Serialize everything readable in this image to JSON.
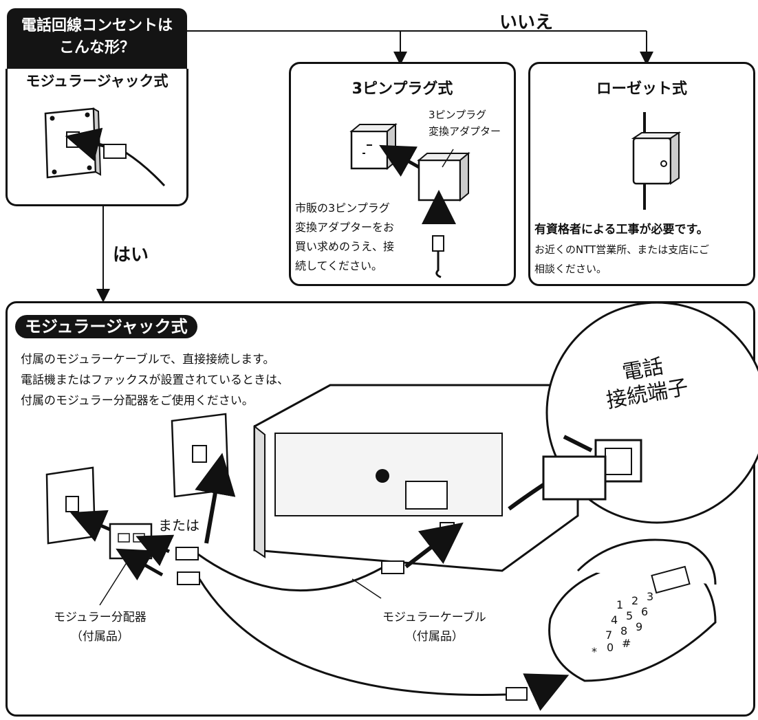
{
  "question": {
    "line1": "電話回線コンセントは",
    "line2": "こんな形？"
  },
  "answers": {
    "no": "いいえ",
    "yes": "はい"
  },
  "top_left_box": {
    "title": "モジュラージャック式"
  },
  "three_pin_box": {
    "title": "3ピンプラグ式",
    "adapter_label_line1": "3ピンプラグ",
    "adapter_label_line2": "変換アダプター",
    "instruction_line1": "市販の3ピンプラグ",
    "instruction_line2": "変換アダプターをお",
    "instruction_line3": "買い求めのうえ、接",
    "instruction_line4": "続してください。"
  },
  "rosette_box": {
    "title": "ローゼット式",
    "warning": "有資格者による工事が必要です。",
    "note_line1": "お近くのNTT営業所、または支店にご",
    "note_line2": "相談ください。"
  },
  "main_box": {
    "title": "モジュラージャック式",
    "desc_line1": "付属のモジュラーケーブルで、直接接続します。",
    "desc_line2": "電話機またはファックスが設置されているときは、",
    "desc_line3": "付属のモジュラー分配器をご使用ください。",
    "or_label": "または",
    "splitter_label": "モジュラー分配器",
    "splitter_sub": "（付属品）",
    "cable_label": "モジュラーケーブル",
    "cable_sub": "（付属品）",
    "terminal_line1": "電話",
    "terminal_line2": "接続端子"
  },
  "phone_keypad": [
    "1",
    "2",
    "3",
    "4",
    "5",
    "6",
    "7",
    "8",
    "9",
    "*",
    "0",
    "#"
  ]
}
